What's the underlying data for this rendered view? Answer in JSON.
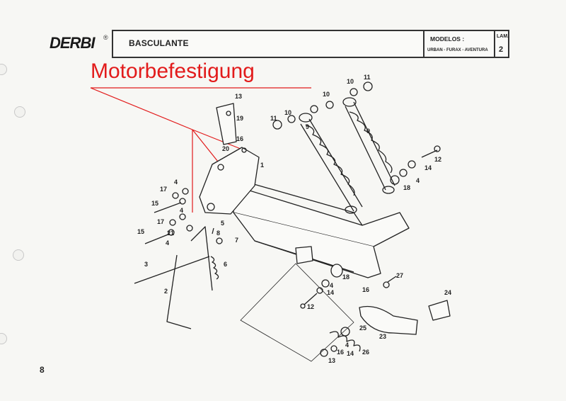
{
  "header": {
    "brand": "DERBI",
    "title": "BASCULANTE",
    "models_label": "MODELOS :",
    "models_value": "URBAN - FURAX - AVENTURA",
    "lam_label": "LAM.",
    "lam_value": "2"
  },
  "annotation": "Motorbefestigung",
  "page_number": "8",
  "part_labels": [
    "13",
    "19",
    "16",
    "20",
    "1",
    "11",
    "10",
    "9",
    "10",
    "11",
    "10",
    "9",
    "12",
    "14",
    "4",
    "18",
    "4",
    "17",
    "15",
    "4",
    "17",
    "5",
    "21",
    "8",
    "7",
    "15",
    "4",
    "6",
    "3",
    "2",
    "18",
    "4",
    "14",
    "12",
    "16",
    "27",
    "24",
    "25",
    "23",
    "16",
    "13",
    "26",
    "4",
    "14"
  ]
}
